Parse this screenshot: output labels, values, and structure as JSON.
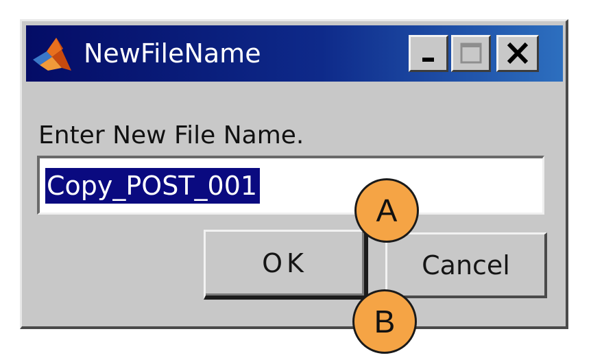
{
  "window": {
    "title": "NewFileName",
    "app_icon": "matlab-logo-icon",
    "controls": {
      "minimize_label": "_",
      "minimize_icon": "minimize-icon",
      "maximize_icon": "maximize-icon",
      "close_icon": "close-icon"
    }
  },
  "prompt": {
    "label": "Enter New File Name."
  },
  "filename_input": {
    "value": "Copy_POST_001",
    "selected": true
  },
  "buttons": {
    "ok_label": "OK",
    "cancel_label": "Cancel"
  },
  "callouts": {
    "a_label": "A",
    "b_label": "B"
  },
  "colors": {
    "titlebar_start": "#040c66",
    "titlebar_end": "#2d6fbf",
    "dialog_face": "#c8c8c8",
    "selection": "#0a0a80",
    "callout_fill": "#f5a445"
  }
}
